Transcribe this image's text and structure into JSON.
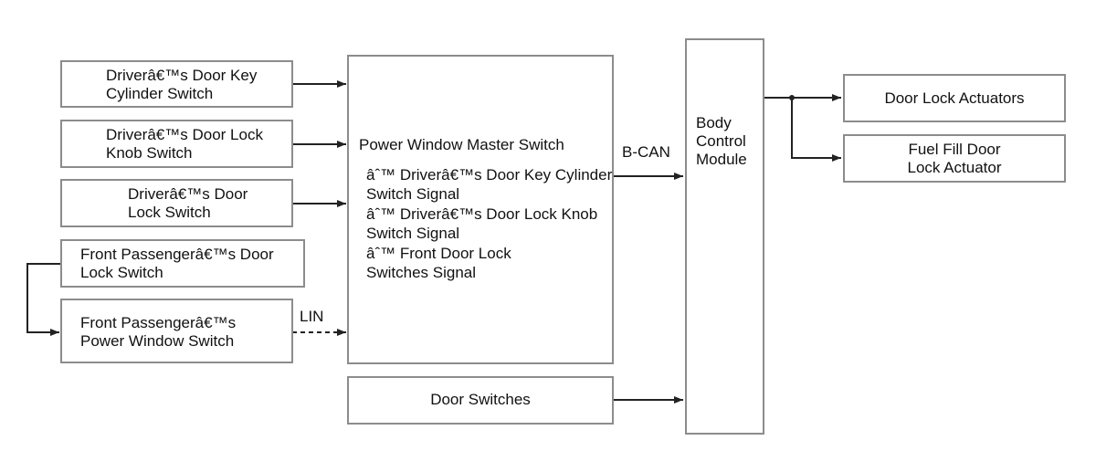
{
  "inputs": {
    "key_cylinder": {
      "line1": "Driverâ€™s Door Key",
      "line2": "Cylinder Switch"
    },
    "lock_knob": {
      "line1": "Driverâ€™s Door Lock",
      "line2": "Knob Switch"
    },
    "lock_switch": {
      "line1": "Driverâ€™s Door",
      "line2": "Lock Switch"
    },
    "fp_lock_switch": {
      "line1": "Front Passengerâ€™s Door",
      "line2": "Lock Switch"
    },
    "fp_window_switch": {
      "line1": "Front Passengerâ€™s",
      "line2": "Power Window Switch"
    }
  },
  "master": {
    "title": "Power Window Master Switch",
    "signals": [
      {
        "line1": "âˆ™ Driverâ€™s Door Key Cylinder",
        "line2": "Switch Signal"
      },
      {
        "line1": "âˆ™ Driverâ€™s Door Lock Knob",
        "line2": "Switch Signal"
      },
      {
        "line1": "âˆ™ Front Door Lock",
        "line2": "Switches Signal"
      }
    ]
  },
  "door_switches": "Door Switches",
  "bcm": {
    "line1": "Body",
    "line2": "Control",
    "line3": "Module"
  },
  "outputs": {
    "door_lock_actuators": "Door Lock Actuators",
    "fuel_fill": {
      "line1": "Fuel Fill Door",
      "line2": "Lock Actuator"
    }
  },
  "connections": {
    "lin": "LIN",
    "bcan": "B-CAN"
  },
  "colors": {
    "box_border": "#8c8c8c",
    "wire": "#222222",
    "text": "#111111"
  }
}
